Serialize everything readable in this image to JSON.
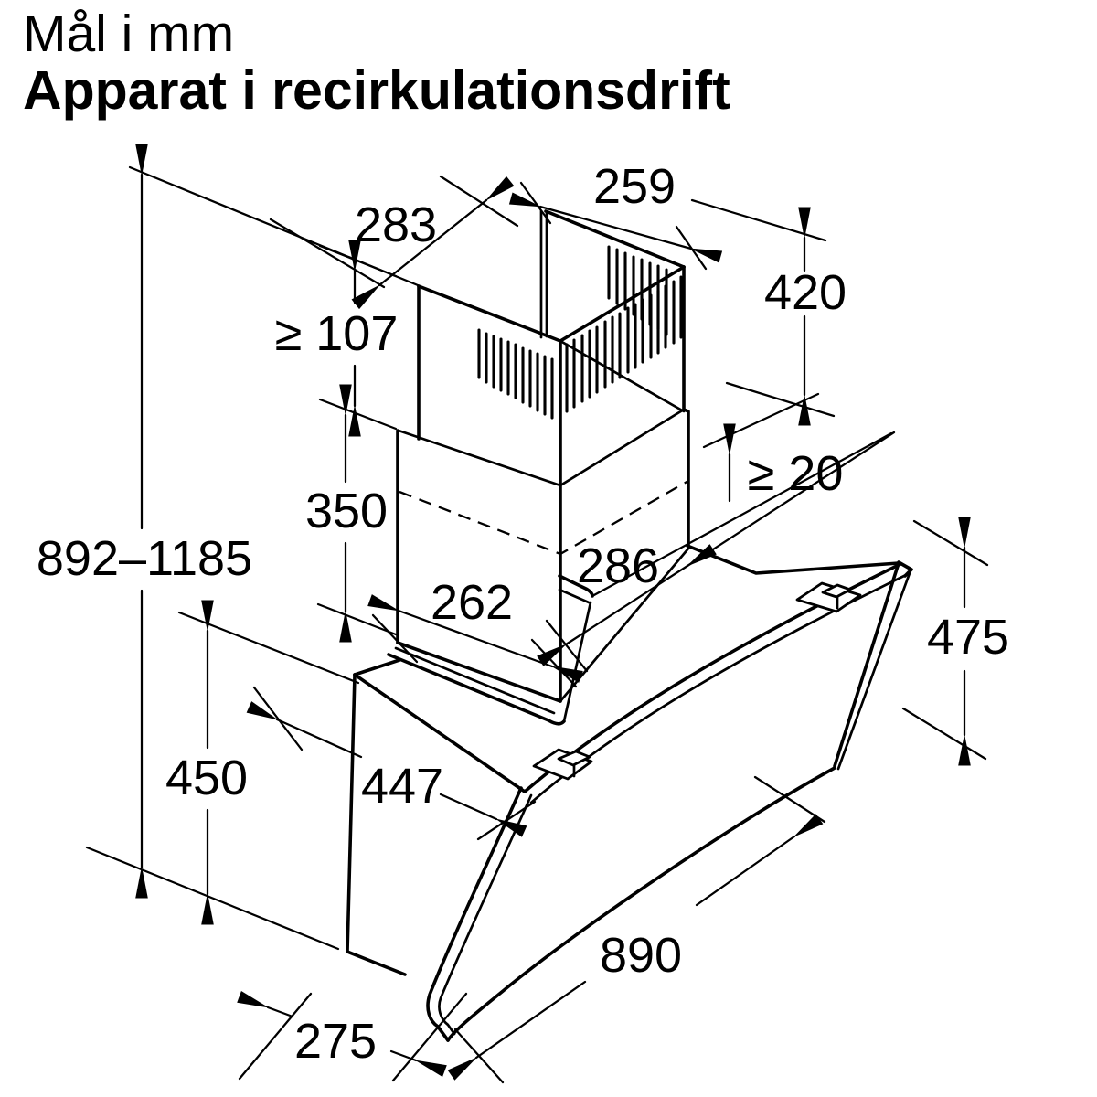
{
  "title": {
    "line1": "Mål i mm",
    "line2": "Apparat i recirkulationsdrift"
  },
  "drawing": {
    "kind": "technical-dimension-drawing",
    "subject": "wall-mounted angled cooker hood with telescopic chimney, recirculation mode",
    "line_color": "#000000",
    "background_color": "#ffffff"
  },
  "dims": {
    "d283": "283",
    "d259": "259",
    "d420": "420",
    "d107": "≥ 107",
    "d350": "350",
    "d20": "≥ 20",
    "d262": "262",
    "d286": "286",
    "d892": "892–1185",
    "d450": "450",
    "d447": "447",
    "d475": "475",
    "d890": "890",
    "d275": "275"
  }
}
